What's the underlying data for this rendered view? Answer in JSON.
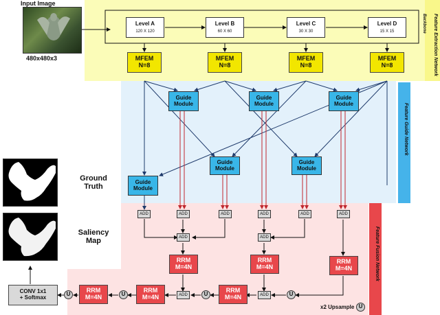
{
  "input": {
    "title": "Input Image",
    "size": "480x480x3"
  },
  "networks": {
    "extraction": "Feature Extraction Network",
    "guide": "Feature Guide Network",
    "fusion": "Feature Fusion Network",
    "backbone": "Backbone"
  },
  "levels": [
    {
      "name": "Level A",
      "size": "120 X 120"
    },
    {
      "name": "Level B",
      "size": "60 X 60"
    },
    {
      "name": "Level C",
      "size": "30 X 30"
    },
    {
      "name": "Level D",
      "size": "15 X 15"
    }
  ],
  "mfem": {
    "label": "MFEM",
    "param": "N=8"
  },
  "guide_module": {
    "line1": "Guide",
    "line2": "Module"
  },
  "add_label": "ADD",
  "rrm": {
    "label": "RRM",
    "param": "M=4N"
  },
  "upsample": {
    "symbol": "U",
    "legend": "x2 Upsample"
  },
  "conv": {
    "line1": "CONV 1x1",
    "line2": "+ Softmax"
  },
  "labels": {
    "ground_truth": [
      "Ground",
      "Truth"
    ],
    "saliency_map": [
      "Saliency",
      "Map"
    ]
  },
  "colors": {
    "extraction_bg": "#fbfcb8",
    "guide_bg": "#e3f1fb",
    "fusion_bg": "#fde3e3",
    "mfem": "#f2e600",
    "guide": "#39b6e8",
    "rrm": "#e8474b",
    "guide_bar": "#45b3ea",
    "fusion_bar": "#e8474b",
    "extraction_bar": "#fbfa7a"
  }
}
